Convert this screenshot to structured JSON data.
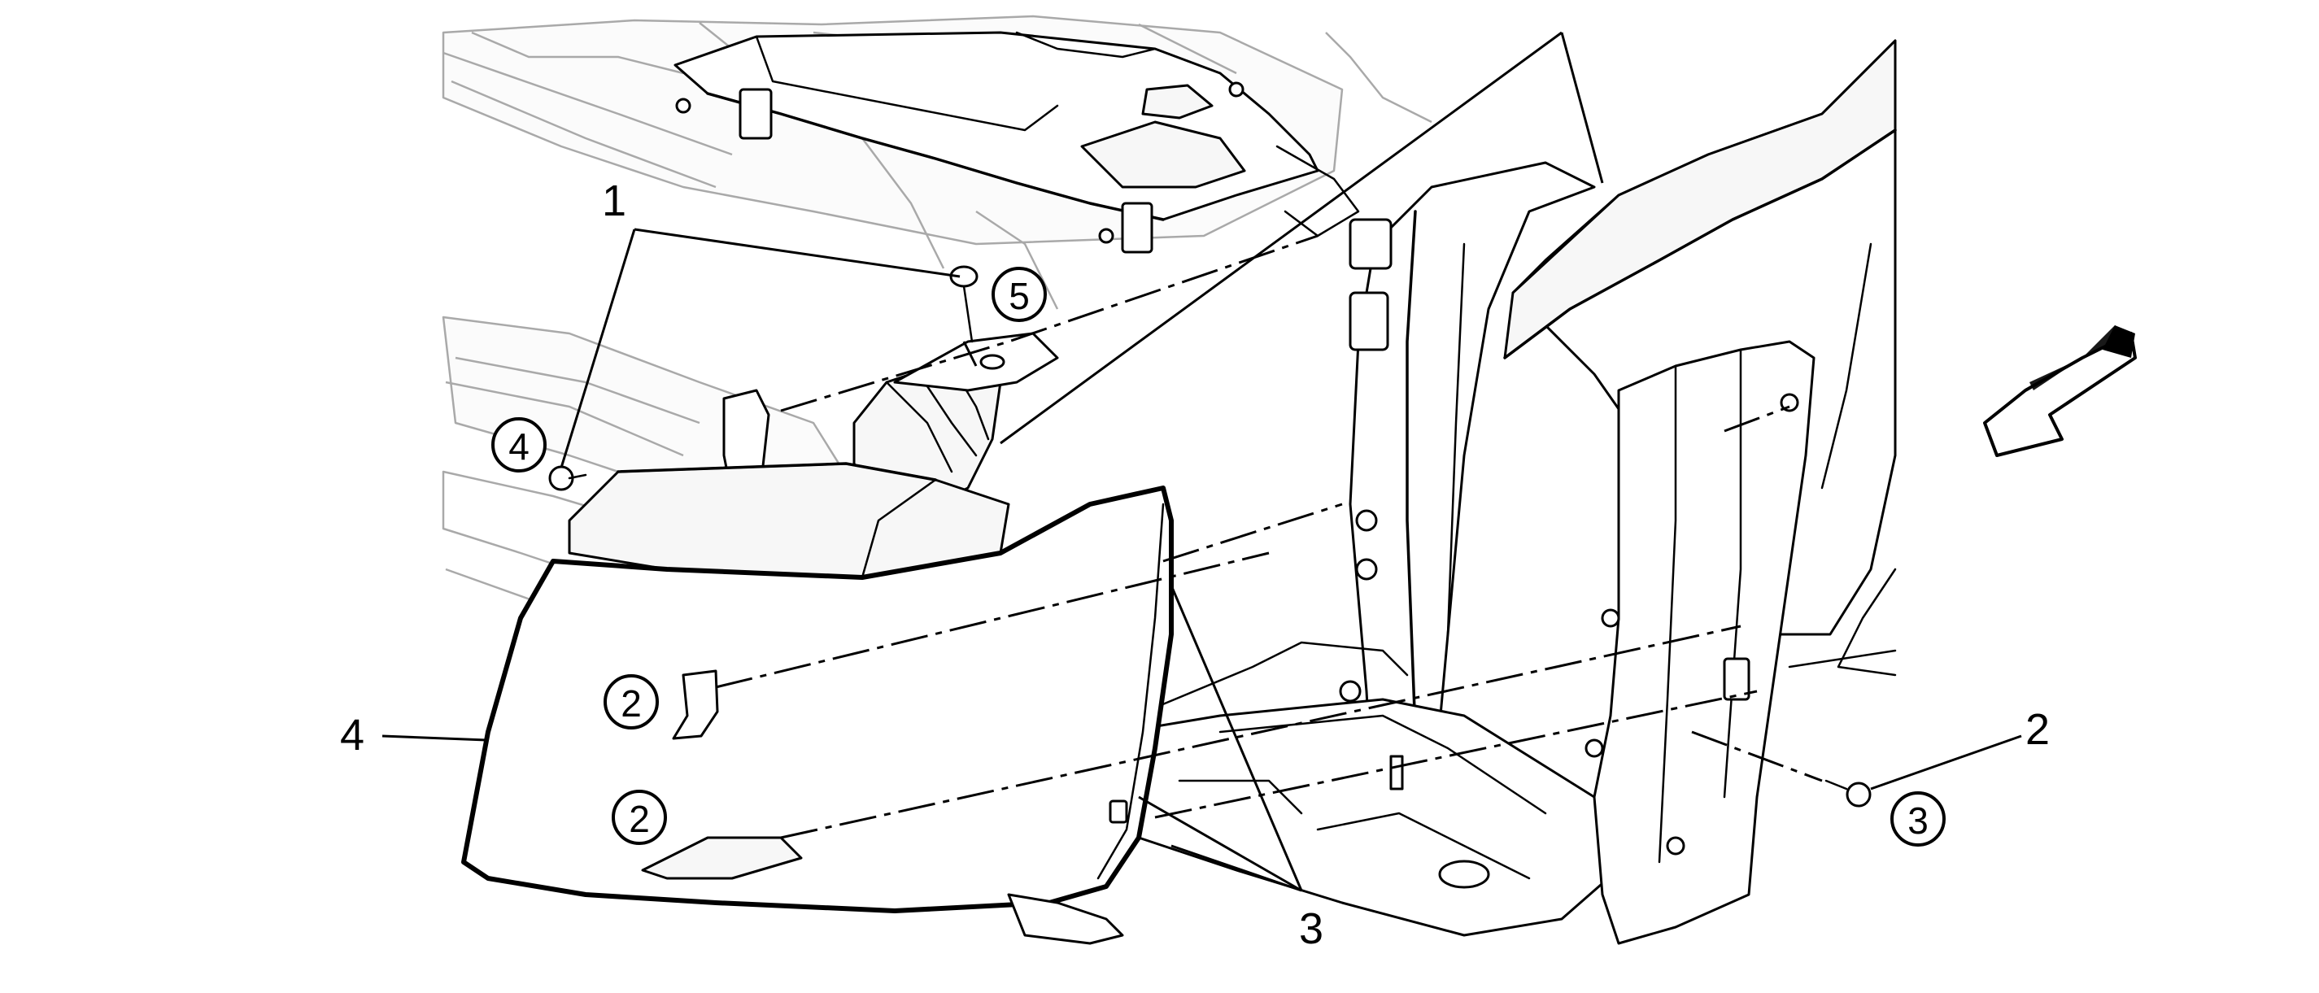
{
  "diagram": {
    "callouts": [
      {
        "id": "c1",
        "label": "1"
      },
      {
        "id": "c2a",
        "label": "2"
      },
      {
        "id": "c3",
        "label": "3"
      },
      {
        "id": "c4",
        "label": "4"
      }
    ],
    "circled_markers": [
      {
        "id": "m5",
        "label": "5"
      },
      {
        "id": "m4",
        "label": "4"
      },
      {
        "id": "m2a",
        "label": "2"
      },
      {
        "id": "m2b",
        "label": "2"
      },
      {
        "id": "m3",
        "label": "3"
      }
    ],
    "right_callout_label": "2",
    "direction_arrow_icon": "front-arrow-icon"
  }
}
